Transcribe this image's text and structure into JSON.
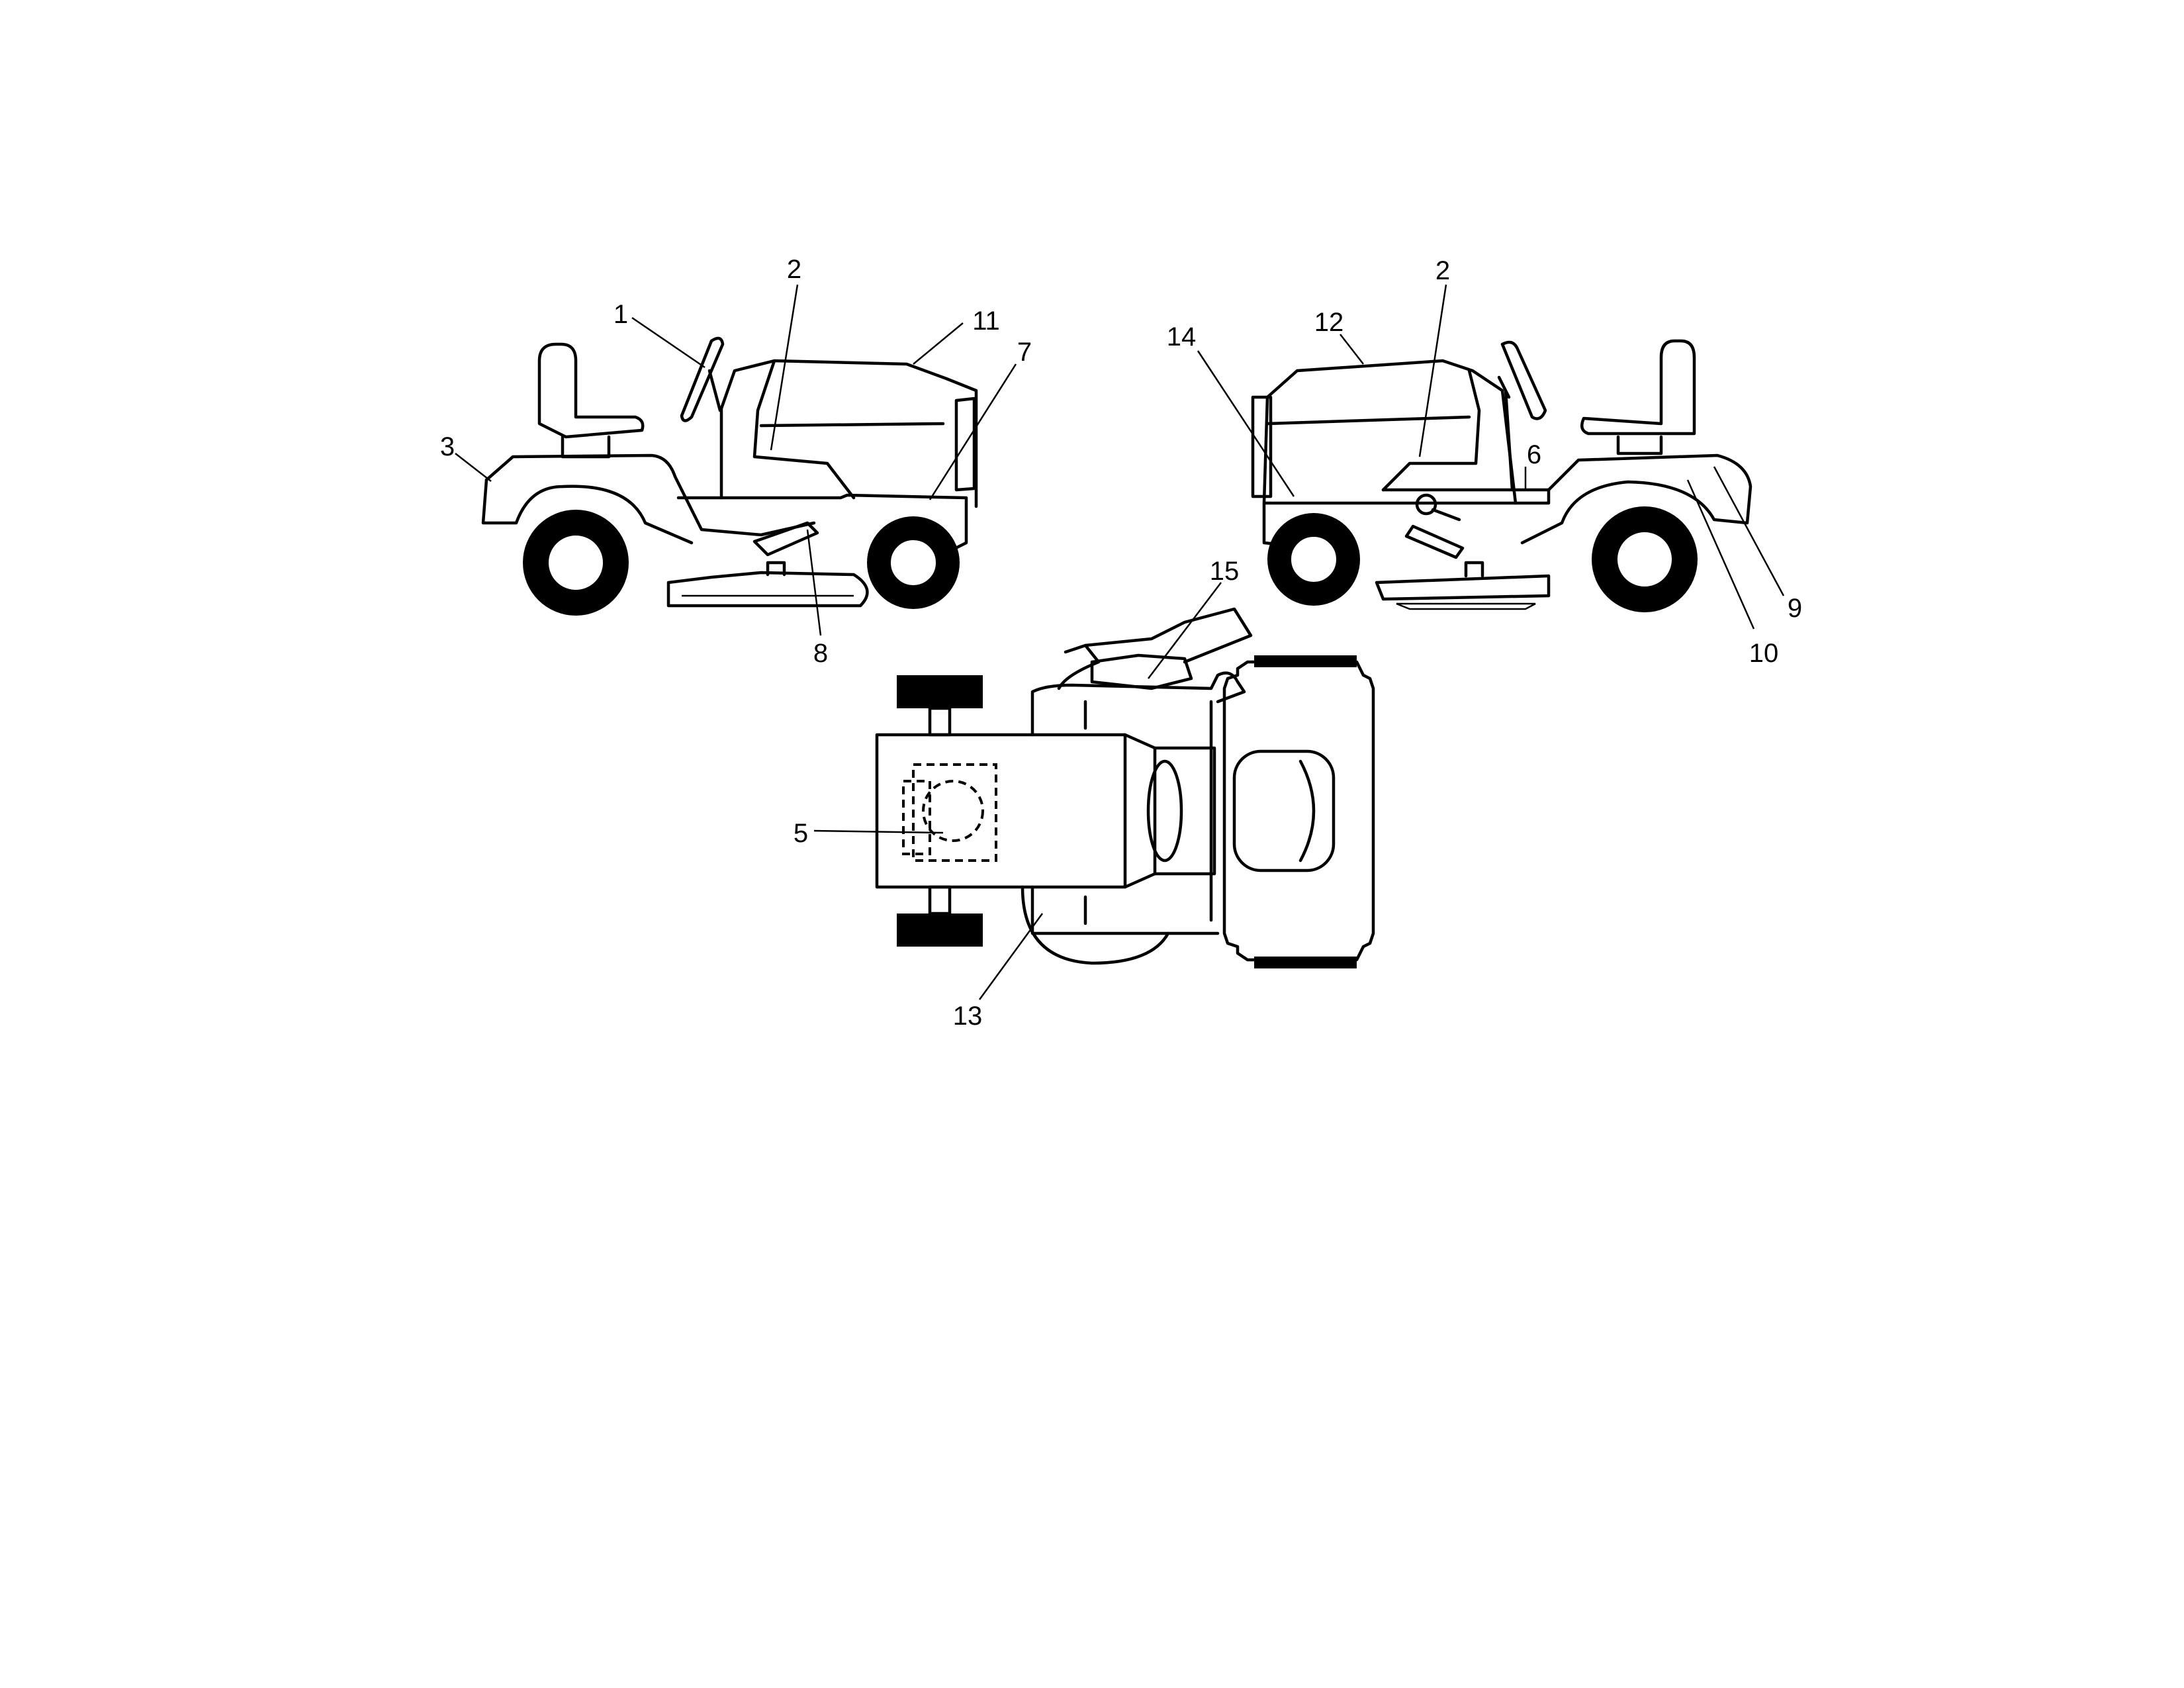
{
  "callouts": {
    "left_view": [
      "1",
      "2",
      "11",
      "7",
      "3",
      "8"
    ],
    "right_view": [
      "14",
      "12",
      "2",
      "6",
      "9",
      "10"
    ],
    "top_view": [
      "15",
      "5",
      "13"
    ]
  }
}
